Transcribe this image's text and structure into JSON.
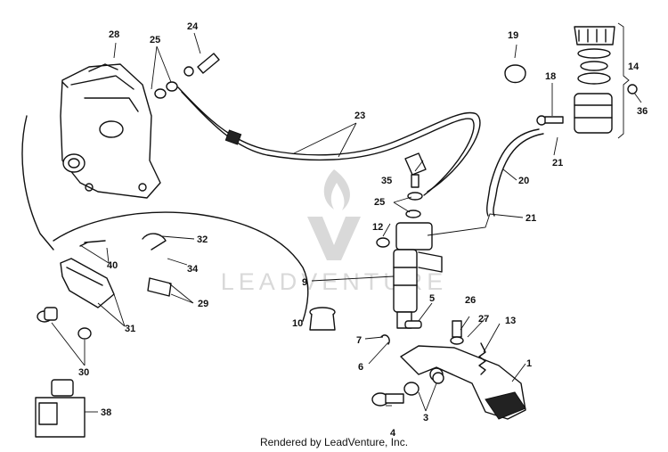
{
  "callouts": {
    "c1": "1",
    "c3": "3",
    "c4": "4",
    "c5": "5",
    "c6": "6",
    "c7": "7",
    "c9": "9",
    "c10": "10",
    "c12": "12",
    "c13": "13",
    "c14": "14",
    "c18": "18",
    "c19": "19",
    "c20": "20",
    "c21a": "21",
    "c21b": "21",
    "c23": "23",
    "c24": "24",
    "c25a": "25",
    "c25b": "25",
    "c26": "26",
    "c27": "27",
    "c28": "28",
    "c29": "29",
    "c30": "30",
    "c31": "31",
    "c32": "32",
    "c34": "34",
    "c35": "35",
    "c36": "36",
    "c38": "38",
    "c40": "40"
  },
  "watermark": "LEADVENTURE",
  "footer": "Rendered by LeadVenture, Inc."
}
